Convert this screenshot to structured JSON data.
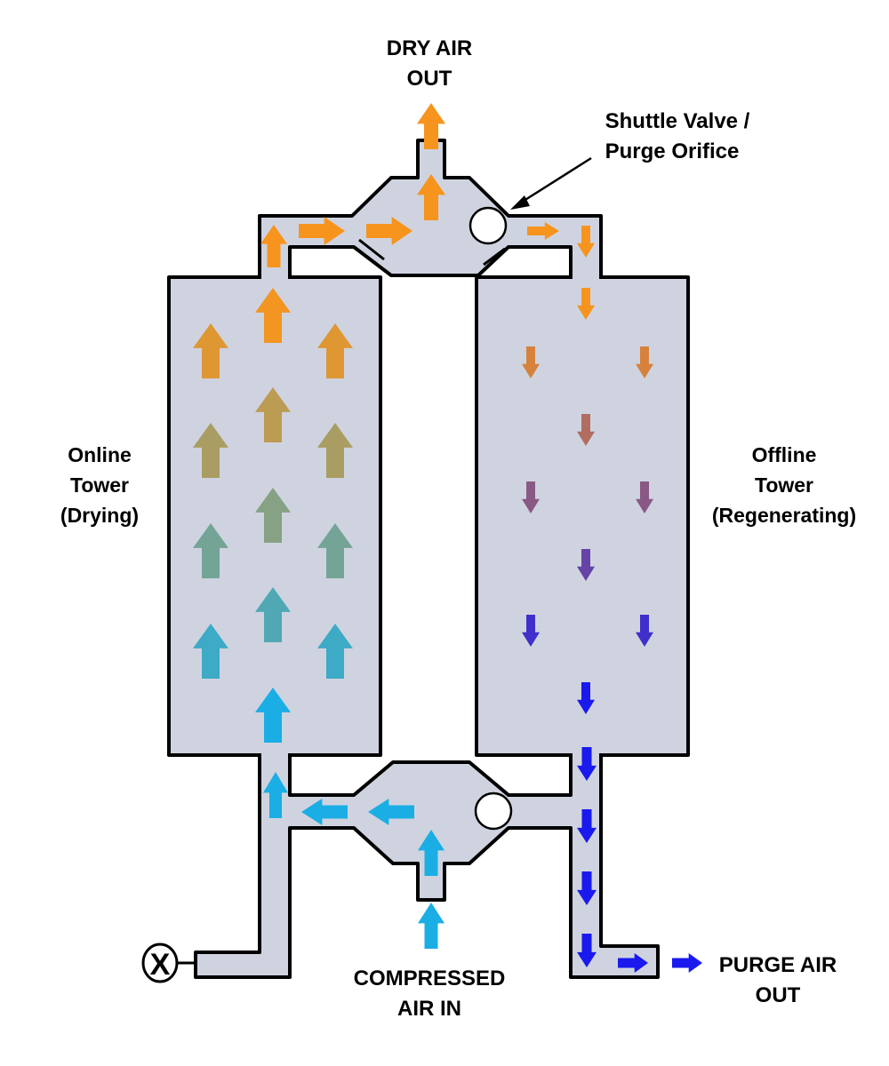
{
  "diagram": {
    "title": "Heatless desiccant air dryer flow",
    "labels": {
      "dry_air_out": [
        "DRY AIR",
        "OUT"
      ],
      "shuttle_valve": [
        "Shuttle Valve /",
        "Purge Orifice"
      ],
      "online_tower": [
        "Online",
        "Tower",
        "(Drying)"
      ],
      "offline_tower": [
        "Offline",
        "Tower",
        "(Regenerating)"
      ],
      "compressed_air_in": [
        "COMPRESSED",
        "AIR IN"
      ],
      "purge_air_out": [
        "PURGE AIR",
        "OUT"
      ]
    },
    "colors": {
      "pipe_fill": "#cfd3e0",
      "outline": "#000000",
      "dry_air": "#f7941d",
      "wet_air": "#1aaee5",
      "purge_air": "#1a1aee",
      "regen_mid": "#a05a6a"
    },
    "icons": {
      "drain_valve": "x-circle-valve-icon",
      "shuttle_ball": "ball-valve-icon"
    }
  }
}
